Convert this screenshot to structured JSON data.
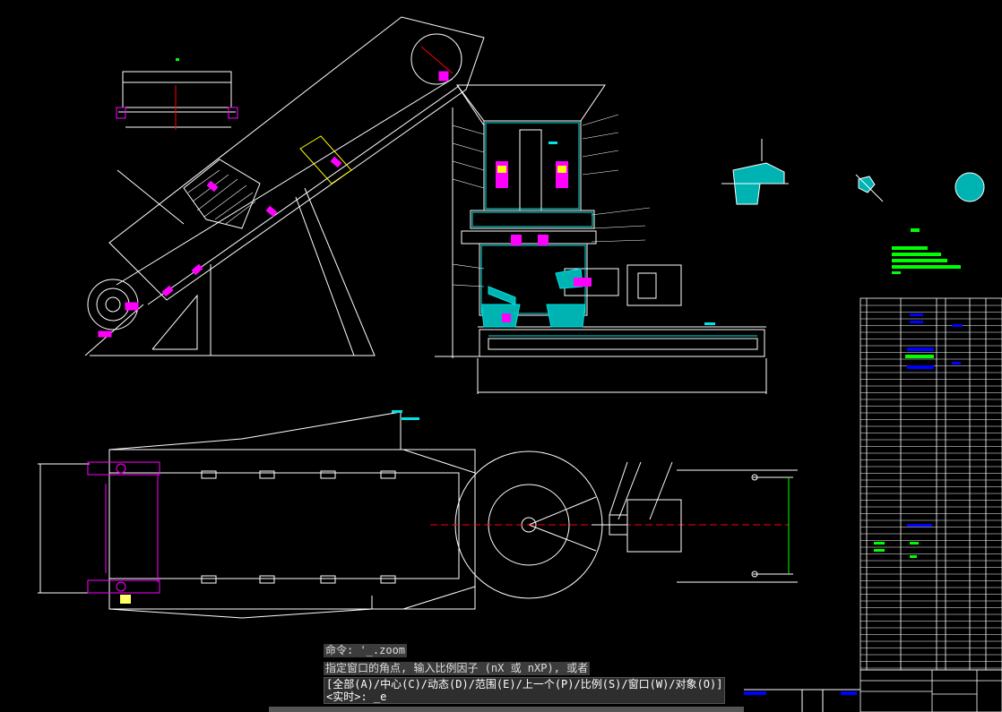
{
  "app": {
    "type": "CAD drawing viewer",
    "colors": {
      "background": "#000000",
      "line": "#ffffff",
      "accent_cyan": "#00e5e5",
      "accent_magenta": "#ff00ff",
      "accent_green": "#00ff00",
      "accent_blue": "#0000ff",
      "accent_red": "#ff0000",
      "accent_yellow": "#ffff00"
    }
  },
  "command_line": {
    "history": [
      "命令: '_.zoom",
      "指定窗口的角点, 输入比例因子 (nX 或 nXP), 或者"
    ],
    "prompt_line1": "[全部(A)/中心(C)/动态(D)/范围(E)/上一个(P)/比例(S)/窗口(W)/对象(O)]",
    "prompt_line2": "<实时>: _e"
  },
  "drawing": {
    "views": [
      "side-elevation",
      "top-plan",
      "section-details",
      "parts-list",
      "title-block"
    ],
    "icons": [
      "hatch-section-icon",
      "pulley-icon",
      "motor-icon"
    ]
  }
}
